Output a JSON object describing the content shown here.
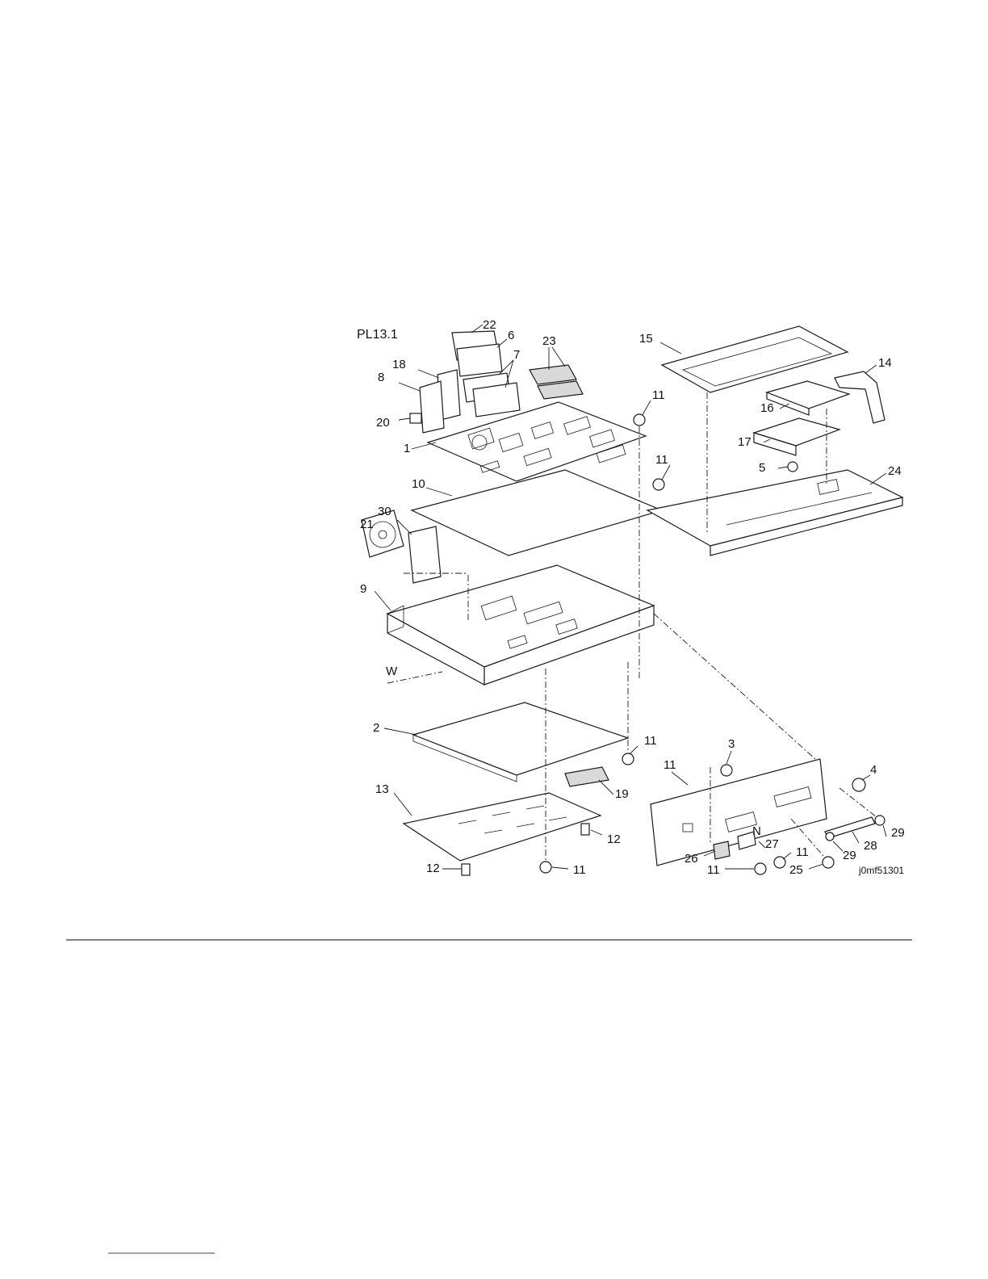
{
  "plate_label": "PL13.1",
  "drawing_id": "j0mf51301",
  "callouts": [
    "22",
    "6",
    "23",
    "7",
    "18",
    "8",
    "20",
    "1",
    "10",
    "30",
    "21",
    "9",
    "W",
    "2",
    "13",
    "12",
    "12",
    "11",
    "11",
    "11",
    "11",
    "4",
    "15",
    "14",
    "16",
    "17",
    "5",
    "24",
    "3",
    "11",
    "N",
    "27",
    "26",
    "11",
    "11",
    "25",
    "29",
    "28",
    "29",
    "19"
  ]
}
